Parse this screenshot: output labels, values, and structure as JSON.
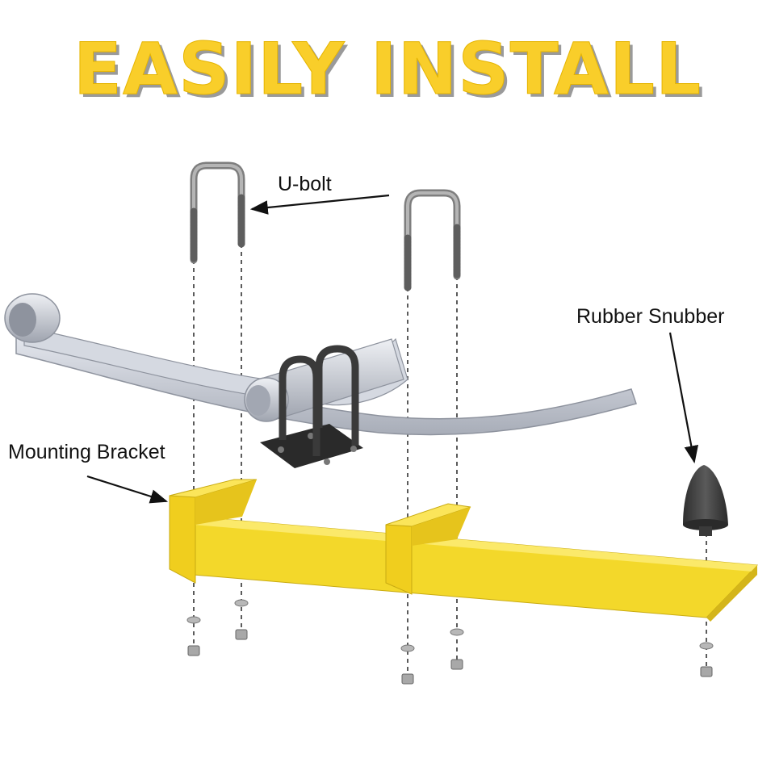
{
  "title": "EASILY INSTALL",
  "labels": {
    "u_bolt": "U-bolt",
    "rubber_snubber": "Rubber Snubber",
    "mounting_bracket": "Mounting Bracket"
  },
  "colors": {
    "title_yellow": "#F9CE2A",
    "title_shadow": "#9A9A9A",
    "bracket_yellow": "#F3D82A",
    "bracket_dark": "#D4B51A",
    "spring_silver": "#C9CDD6",
    "spring_dark": "#9EA3AE",
    "steel": "#9C9C9C",
    "rubber": "#3A3A3A",
    "arrow": "#111111"
  },
  "icons": [
    "u-bolt-icon",
    "leaf-spring-icon",
    "mounting-bracket-icon",
    "rubber-snubber-icon",
    "nut-icon",
    "washer-icon"
  ]
}
